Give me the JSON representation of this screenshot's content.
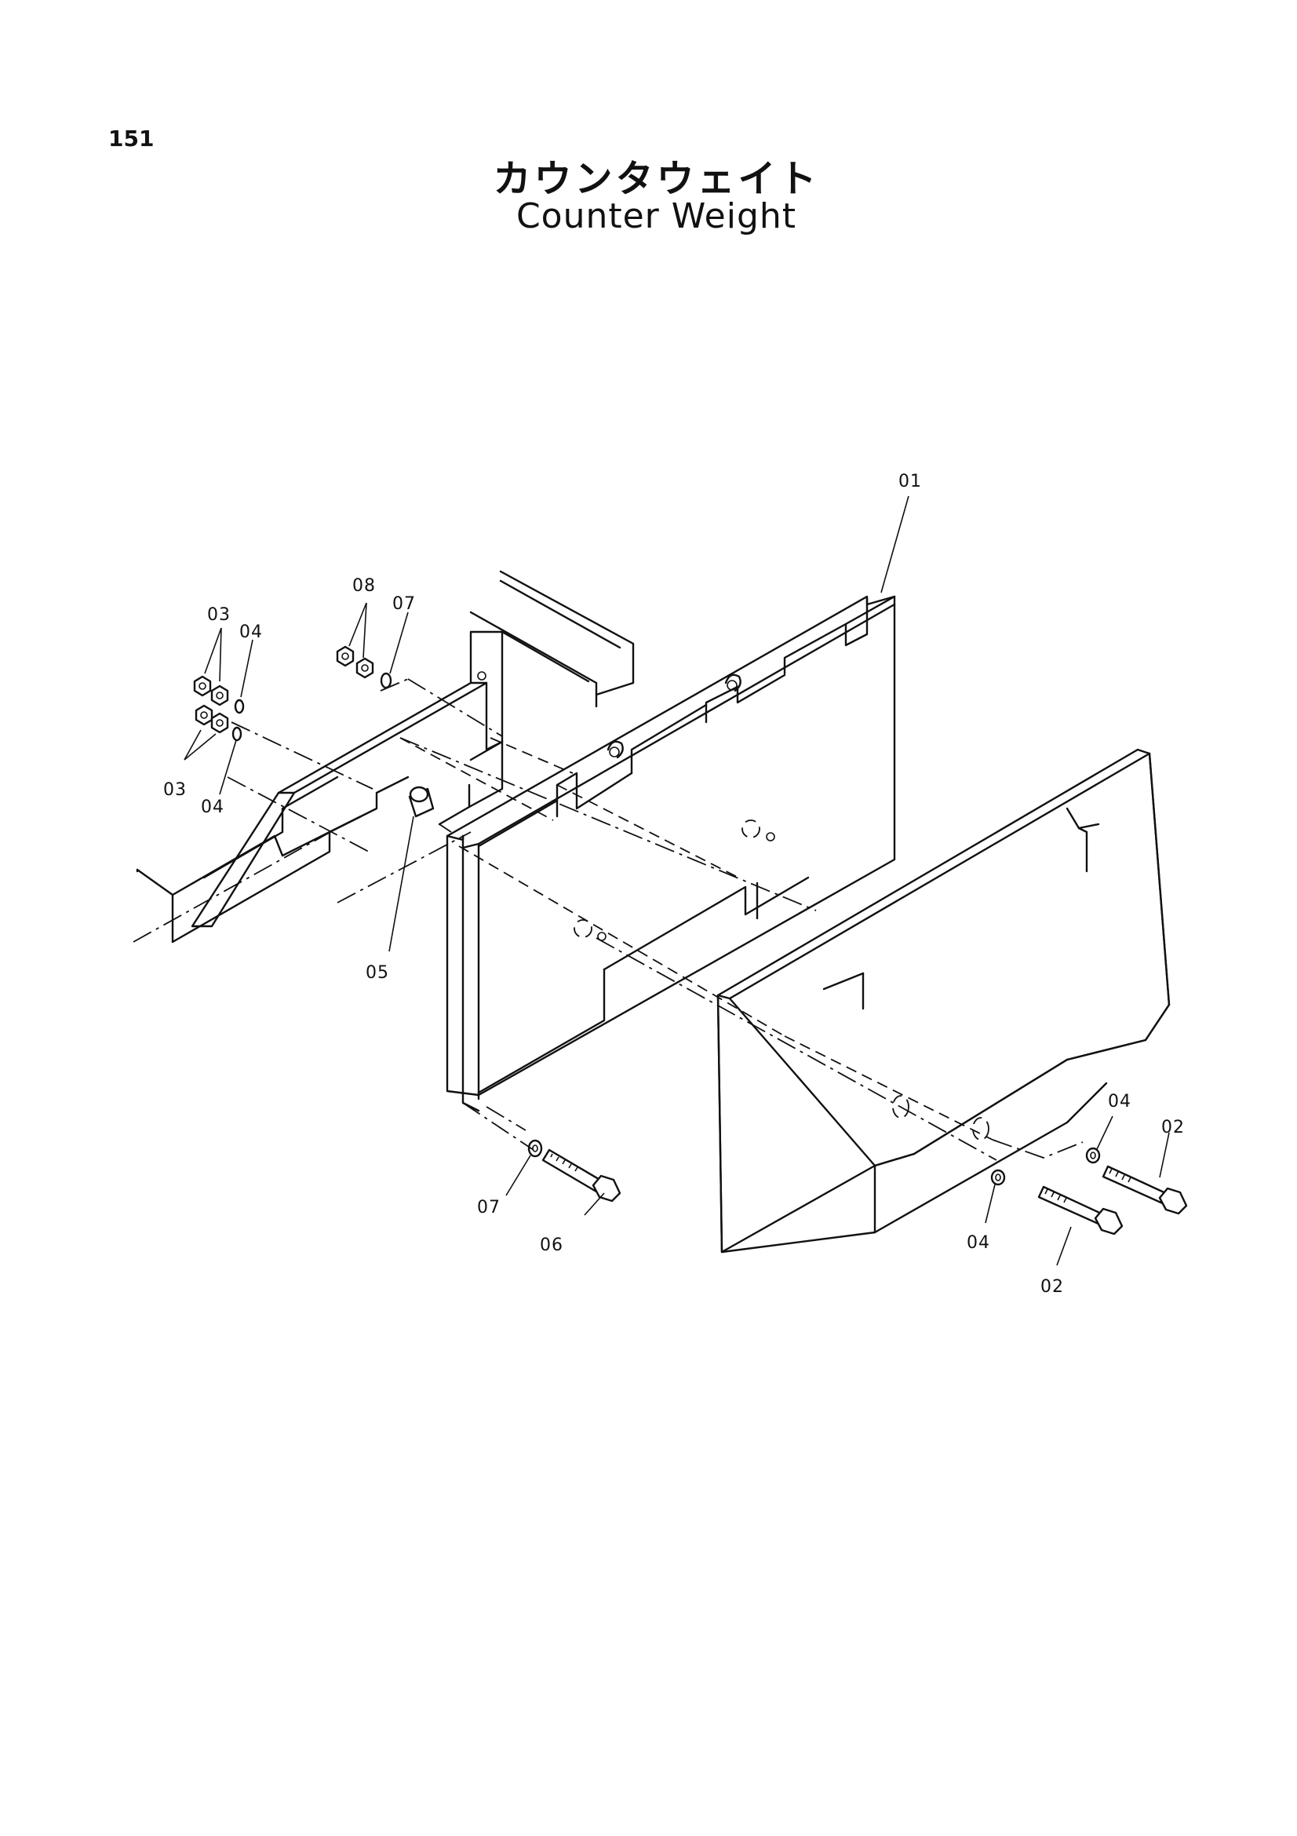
{
  "page_number": "151",
  "title_jp": "カウンタウェイト",
  "title_en": "Counter Weight",
  "callouts": {
    "p01": "01",
    "p02a": "02",
    "p02b": "02",
    "p03a": "03",
    "p03b": "03",
    "p04a": "04",
    "p04b": "04",
    "p04c": "04",
    "p04d": "04",
    "p05": "05",
    "p06": "06",
    "p07a": "07",
    "p07b": "07",
    "p08": "08"
  }
}
